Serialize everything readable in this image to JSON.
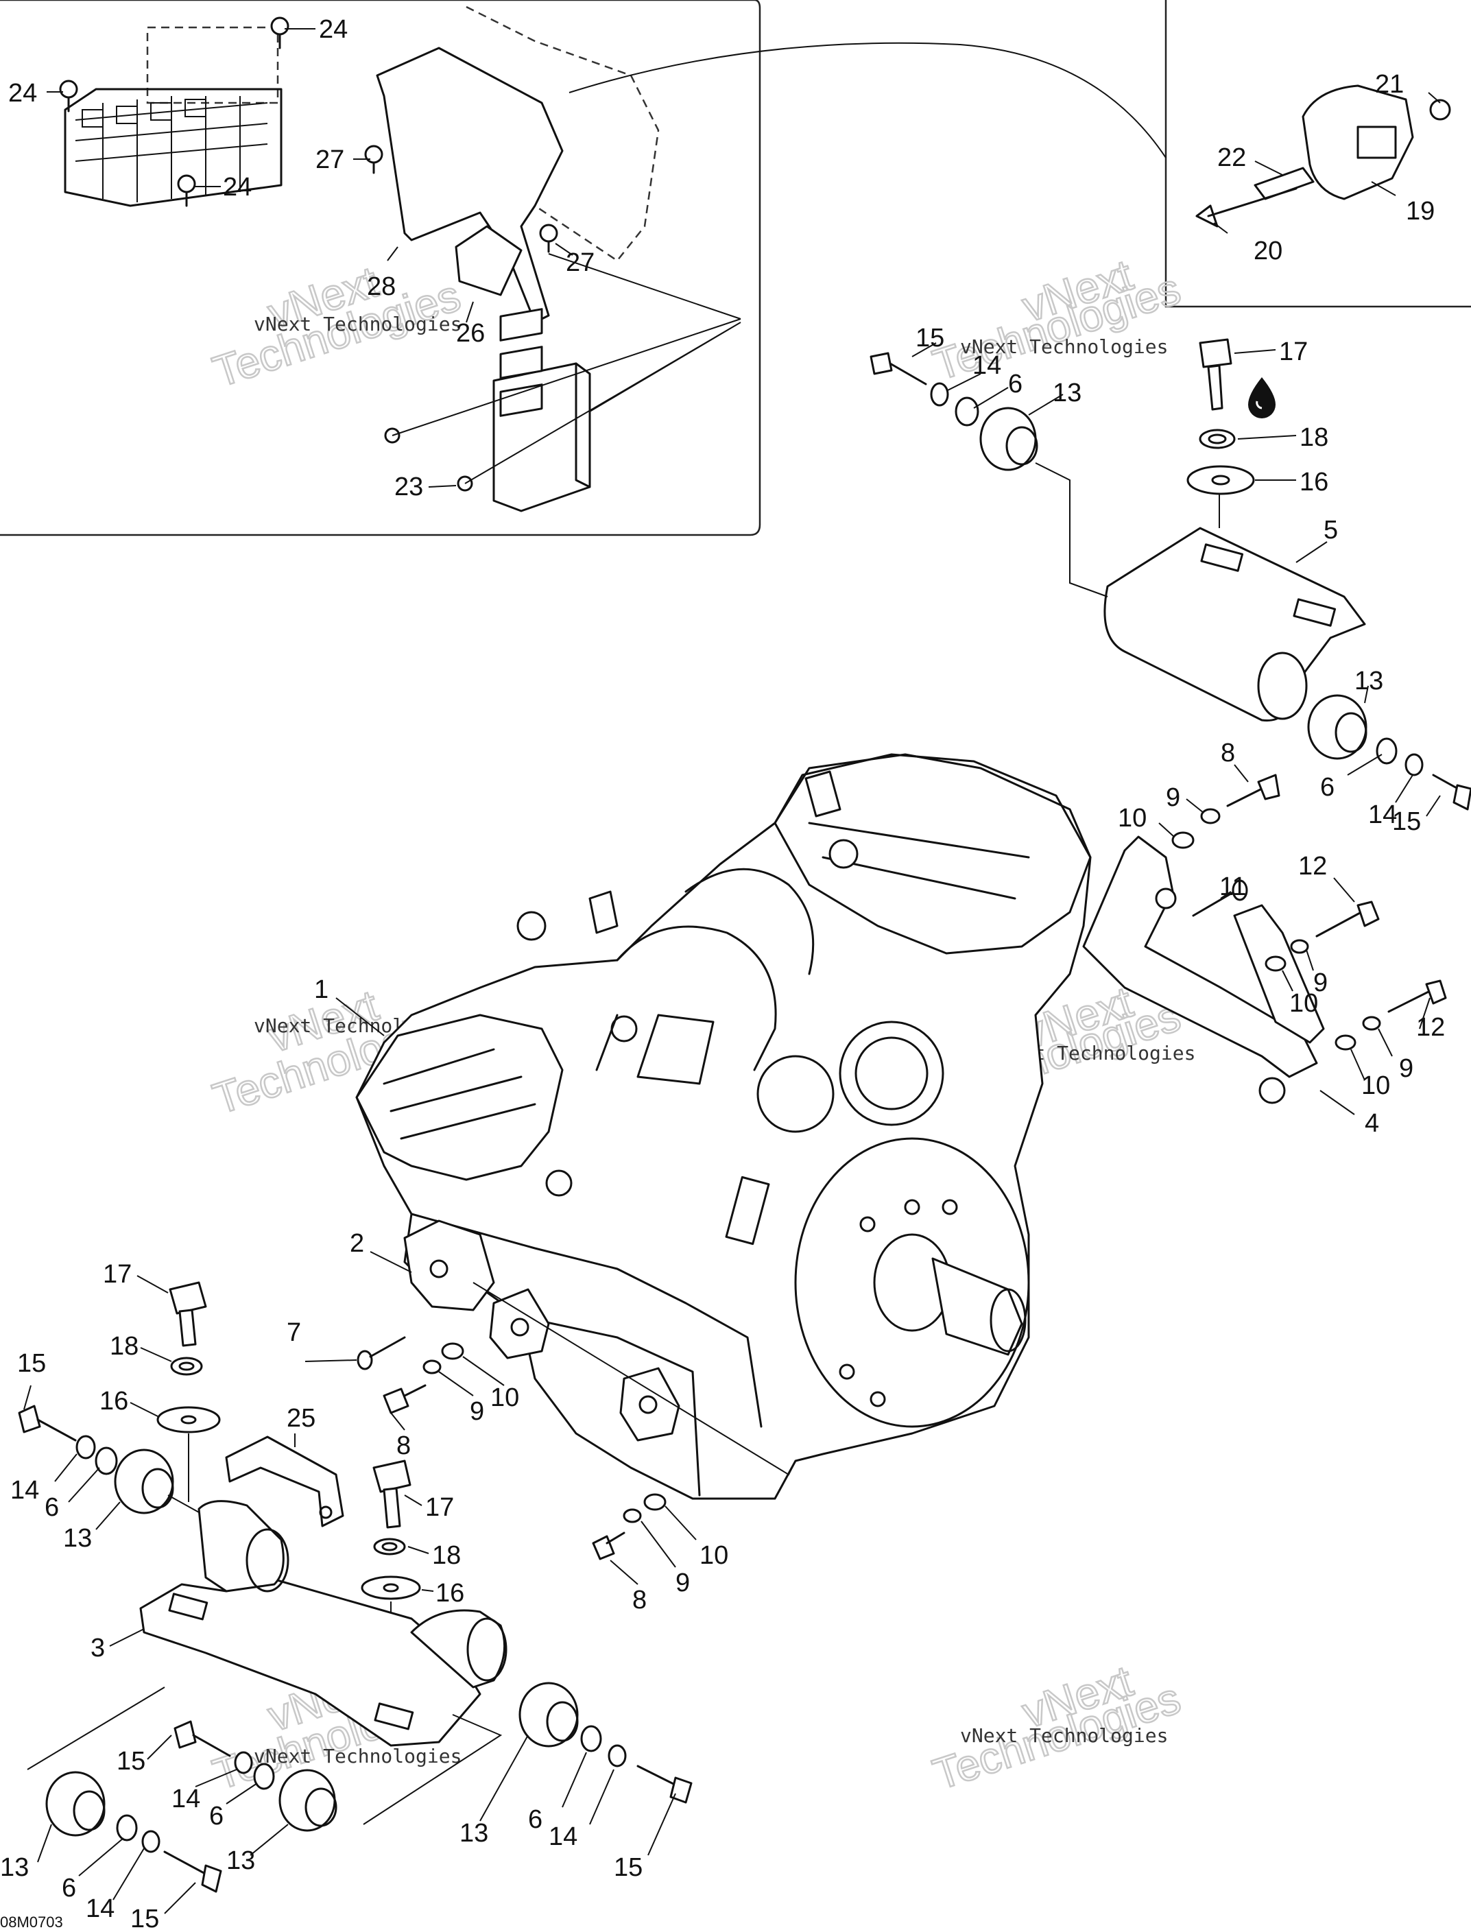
{
  "callouts": {
    "c1": "1",
    "c2": "2",
    "c3": "3",
    "c4": "4",
    "c5": "5",
    "c6": "6",
    "c7": "7",
    "c8": "8",
    "c9": "9",
    "c10": "10",
    "c11": "11",
    "c12": "12",
    "c13": "13",
    "c14": "14",
    "c15": "15",
    "c16": "16",
    "c17": "17",
    "c18": "18",
    "c19": "19",
    "c20": "20",
    "c21": "21",
    "c22": "22",
    "c23": "23",
    "c24": "24",
    "c25": "25",
    "c26": "26",
    "c27": "27",
    "c28": "28"
  },
  "watermark": {
    "line1": "vNext Technologies",
    "line2a": "vNext",
    "line2b": "Technologies"
  },
  "figure_code": "08M0703"
}
